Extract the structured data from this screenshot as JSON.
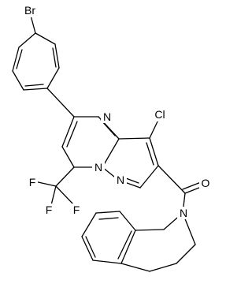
{
  "molecule": {
    "atoms": {
      "br": "Br",
      "n_ring_top": "N",
      "cl": "Cl",
      "n_bridge": "N",
      "n_pyrazole": "N",
      "o": "O",
      "f1": "F",
      "f2": "F",
      "f3": "F",
      "n_amide": "N"
    }
  }
}
